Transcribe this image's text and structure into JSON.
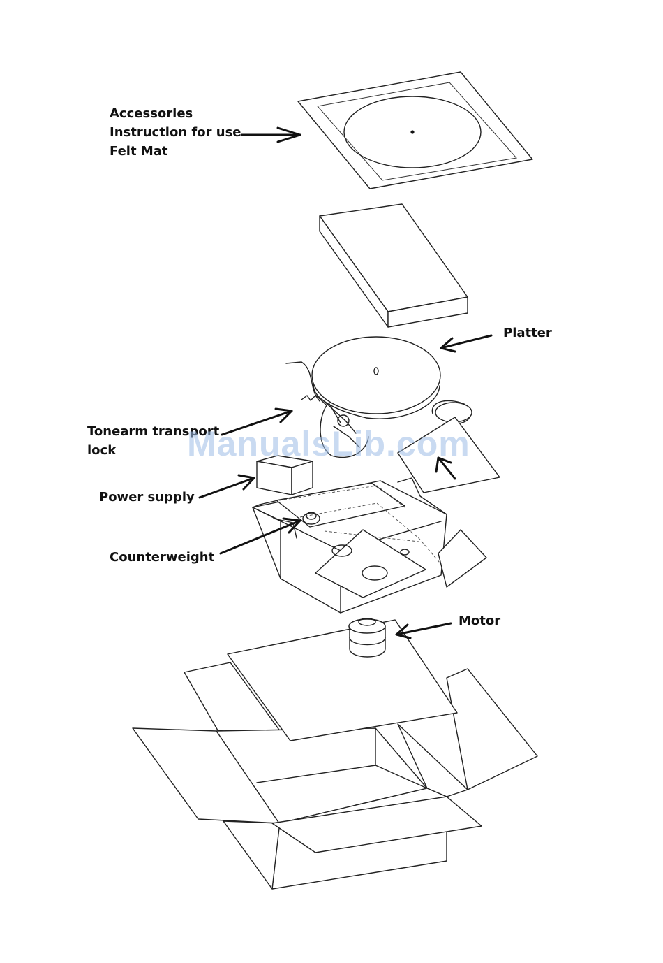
{
  "labels": {
    "accessories": [
      "Accessories",
      "Instruction for use",
      "Felt Mat"
    ],
    "platter": "Platter",
    "tonearm_lock": [
      "Tonearm transport",
      "lock"
    ],
    "power_supply": "Power supply",
    "counterweight": "Counterweight",
    "motor": "Motor"
  },
  "watermark": "ManualsLib.com"
}
